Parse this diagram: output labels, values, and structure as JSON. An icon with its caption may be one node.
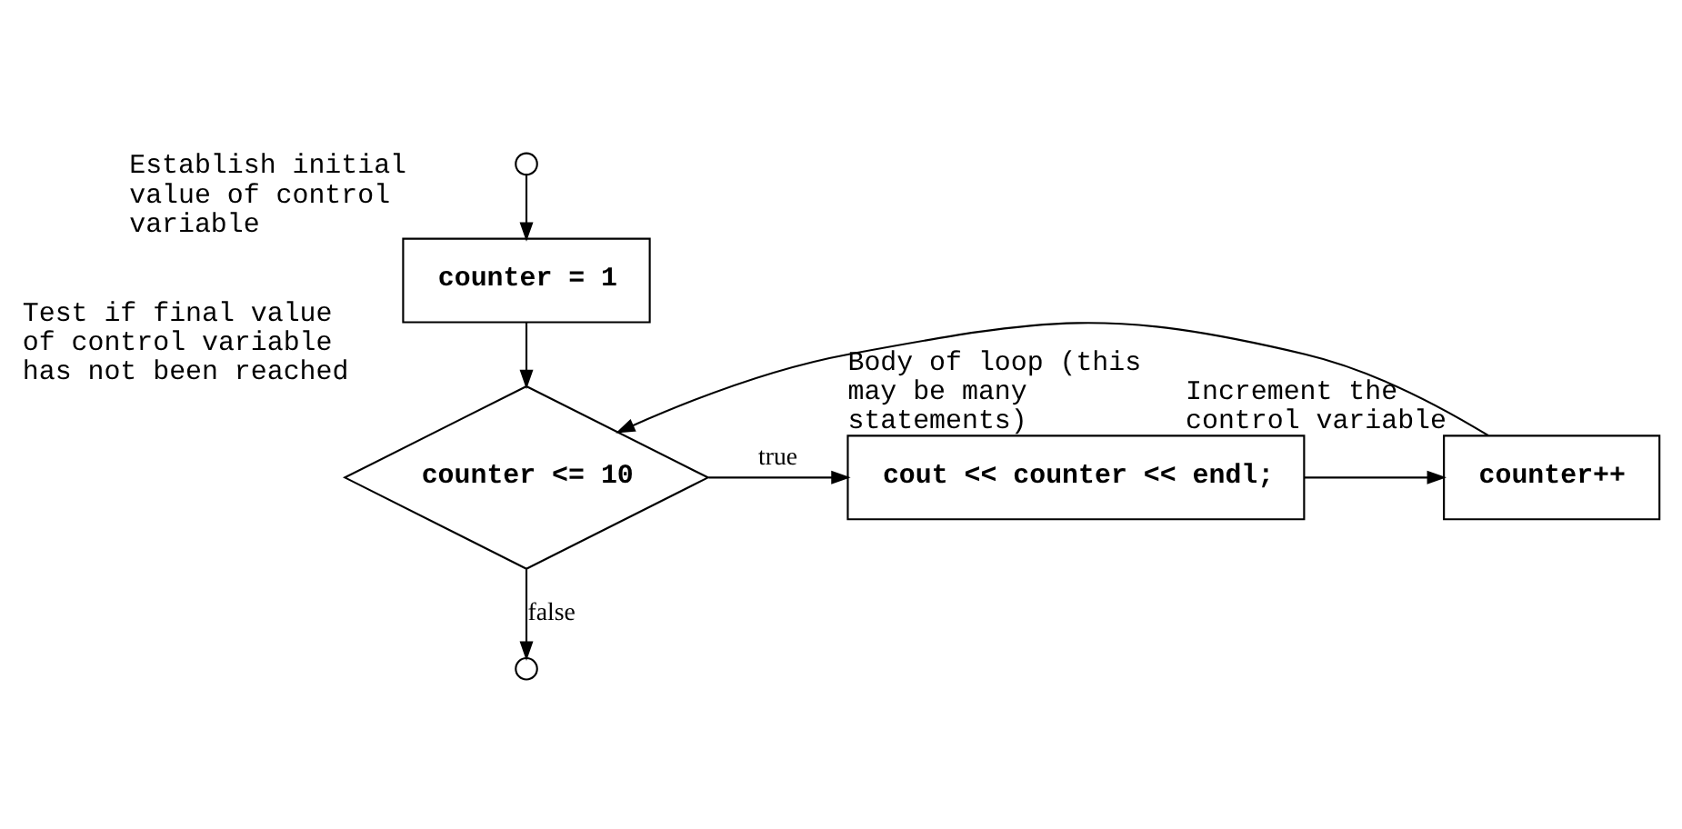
{
  "diagram": {
    "nodes": [
      {
        "text": [],
        "shape": "circle"
      },
      {
        "text": [
          "counter = 1"
        ],
        "beside": [
          "Establish initial value of control variable"
        ]
      },
      {
        "text": [
          "counter <= 10"
        ],
        "beside": [
          "Test if final value of control variable has not been reached"
        ]
      },
      {
        "text": [
          "cout << counter << endl;"
        ],
        "beside": [
          "Body of loop (this may be many statements)"
        ]
      },
      {
        "text": [
          "counter++"
        ],
        "beside": [
          "Increment the control variable"
        ]
      },
      {
        "text": [],
        "shape": "circle"
      }
    ],
    "edges": [
      {
        "from": 0,
        "to": 1,
        "arrow": "to"
      },
      {
        "from": 1,
        "to": 2,
        "arrow": "to"
      },
      {
        "from": 2,
        "to": 3,
        "arrow": "to",
        "label": "true"
      },
      {
        "from": 3,
        "to": 4,
        "arrow": "to"
      },
      {
        "from": 4,
        "to": 2,
        "arrow": "to"
      },
      {
        "from": 2,
        "to": 5,
        "arrow": "to",
        "label": "false"
      }
    ]
  }
}
